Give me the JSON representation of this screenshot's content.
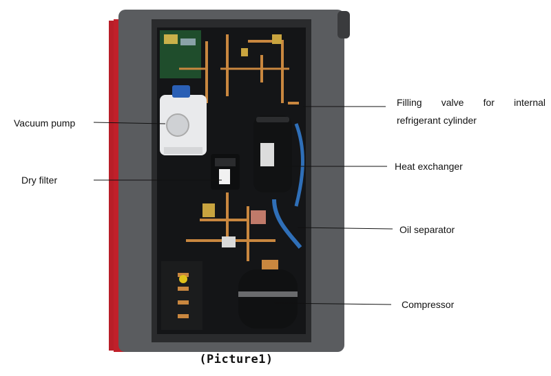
{
  "figure": {
    "caption": "(Picture1)"
  },
  "labels": {
    "vacuum_pump": "Vacuum pump",
    "dry_filter": "Dry filter",
    "filling_valve_line1_words": [
      "Filling",
      "valve",
      "for",
      "internal"
    ],
    "filling_valve_line2": "refrigerant cylinder",
    "heat_exchanger": "Heat exchanger",
    "oil_separator": "Oil separator",
    "compressor": "Compressor"
  },
  "colors": {
    "cabinet_frame": "#5a5c5f",
    "cabinet_inner": "#1c1d1f",
    "red_panel": "#c0202a",
    "leader_line": "#111111",
    "copper": "#c9873f",
    "blue_hose": "#2f6fb8"
  }
}
